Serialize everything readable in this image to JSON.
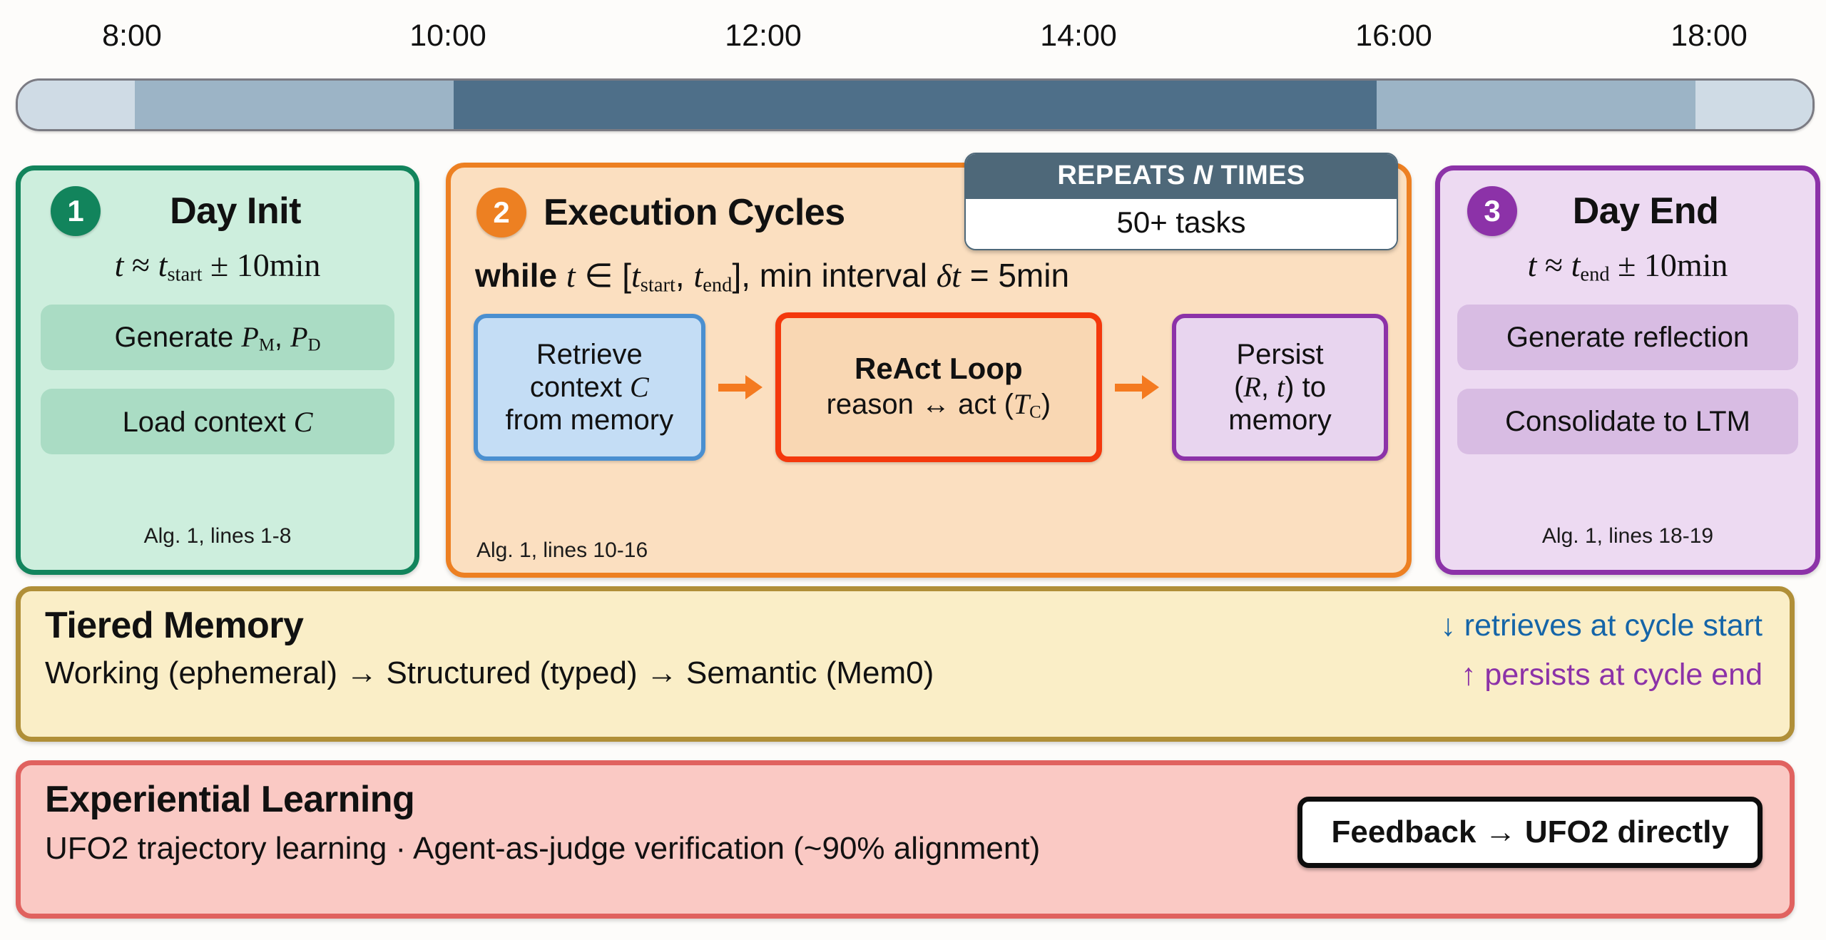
{
  "timeline": {
    "ticks": [
      "8:00",
      "10:00",
      "12:00",
      "14:00",
      "16:00",
      "18:00"
    ],
    "segments": [
      {
        "name": "pre-start",
        "color": "#cfdbe5",
        "width_pct": 6.5
      },
      {
        "name": "ramp-up",
        "color": "#9cb4c6",
        "width_pct": 17.8
      },
      {
        "name": "active-day",
        "color": "#4e6f89",
        "width_pct": 51.4
      },
      {
        "name": "ramp-down",
        "color": "#9cb4c6",
        "width_pct": 17.8
      },
      {
        "name": "post-end",
        "color": "#cfdbe5",
        "width_pct": 6.5
      }
    ]
  },
  "cards": {
    "day_init": {
      "number": "1",
      "title": "Day Init",
      "badge_color": "#12845c",
      "formula": {
        "prefix": "t ≈ t",
        "sub": "start",
        "suffix": " ± 10min"
      },
      "steps": [
        {
          "text": "Generate P",
          "sub1": "M",
          "mid": ", P",
          "sub2": "D"
        },
        {
          "text": "Load context ",
          "italic": "C"
        }
      ],
      "footer": "Alg. 1, lines 1-8"
    },
    "execution": {
      "number": "2",
      "title": "Execution Cycles",
      "badge_color": "#ed8022",
      "while_parts": {
        "kw": "while",
        "var": " t ",
        "in": "∈",
        "range_open": " [t",
        "sub_start": "start",
        "comma": ", t",
        "sub_end": "end",
        "range_close": "], ",
        "tail": "min interval ",
        "delta": "δt",
        "equals": " = 5min"
      },
      "boxes": [
        {
          "name": "retrieve",
          "lines": [
            "Retrieve",
            "context C",
            "from memory"
          ],
          "bold_first": false
        },
        {
          "name": "react-loop",
          "lines": [
            "ReAct Loop",
            "reason ↔ act (T_C)"
          ],
          "bold_first": true
        },
        {
          "name": "persist",
          "lines": [
            "Persist",
            "(R, t) to",
            "memory"
          ],
          "bold_first": false
        }
      ],
      "footer": "Alg. 1, lines 10-16"
    },
    "day_end": {
      "number": "3",
      "title": "Day End",
      "badge_color": "#8c32a8",
      "formula": {
        "prefix": "t ≈ t",
        "sub": "end",
        "suffix": " ± 10min"
      },
      "steps": [
        "Generate reflection",
        "Consolidate to LTM"
      ],
      "footer": "Alg. 1, lines 18-19"
    }
  },
  "repeats_badge": {
    "title_prefix": "REPEATS ",
    "title_italic": "N",
    "title_suffix": " TIMES",
    "value": "50+ tasks"
  },
  "memory_band": {
    "title": "Tiered Memory",
    "tiers_line": "Working (ephemeral) → Structured (typed) → Semantic (Mem0)",
    "note_retrieve": "↓ retrieves at cycle start",
    "note_persist": "↑ persists at cycle end",
    "note_retrieve_color": "#1565a8",
    "note_persist_color": "#8c32a8"
  },
  "learning_band": {
    "title": "Experiential Learning",
    "detail_line": "UFO2 trajectory learning · Agent-as-judge verification (~90% alignment)",
    "chip": "Feedback → UFO2 directly"
  }
}
